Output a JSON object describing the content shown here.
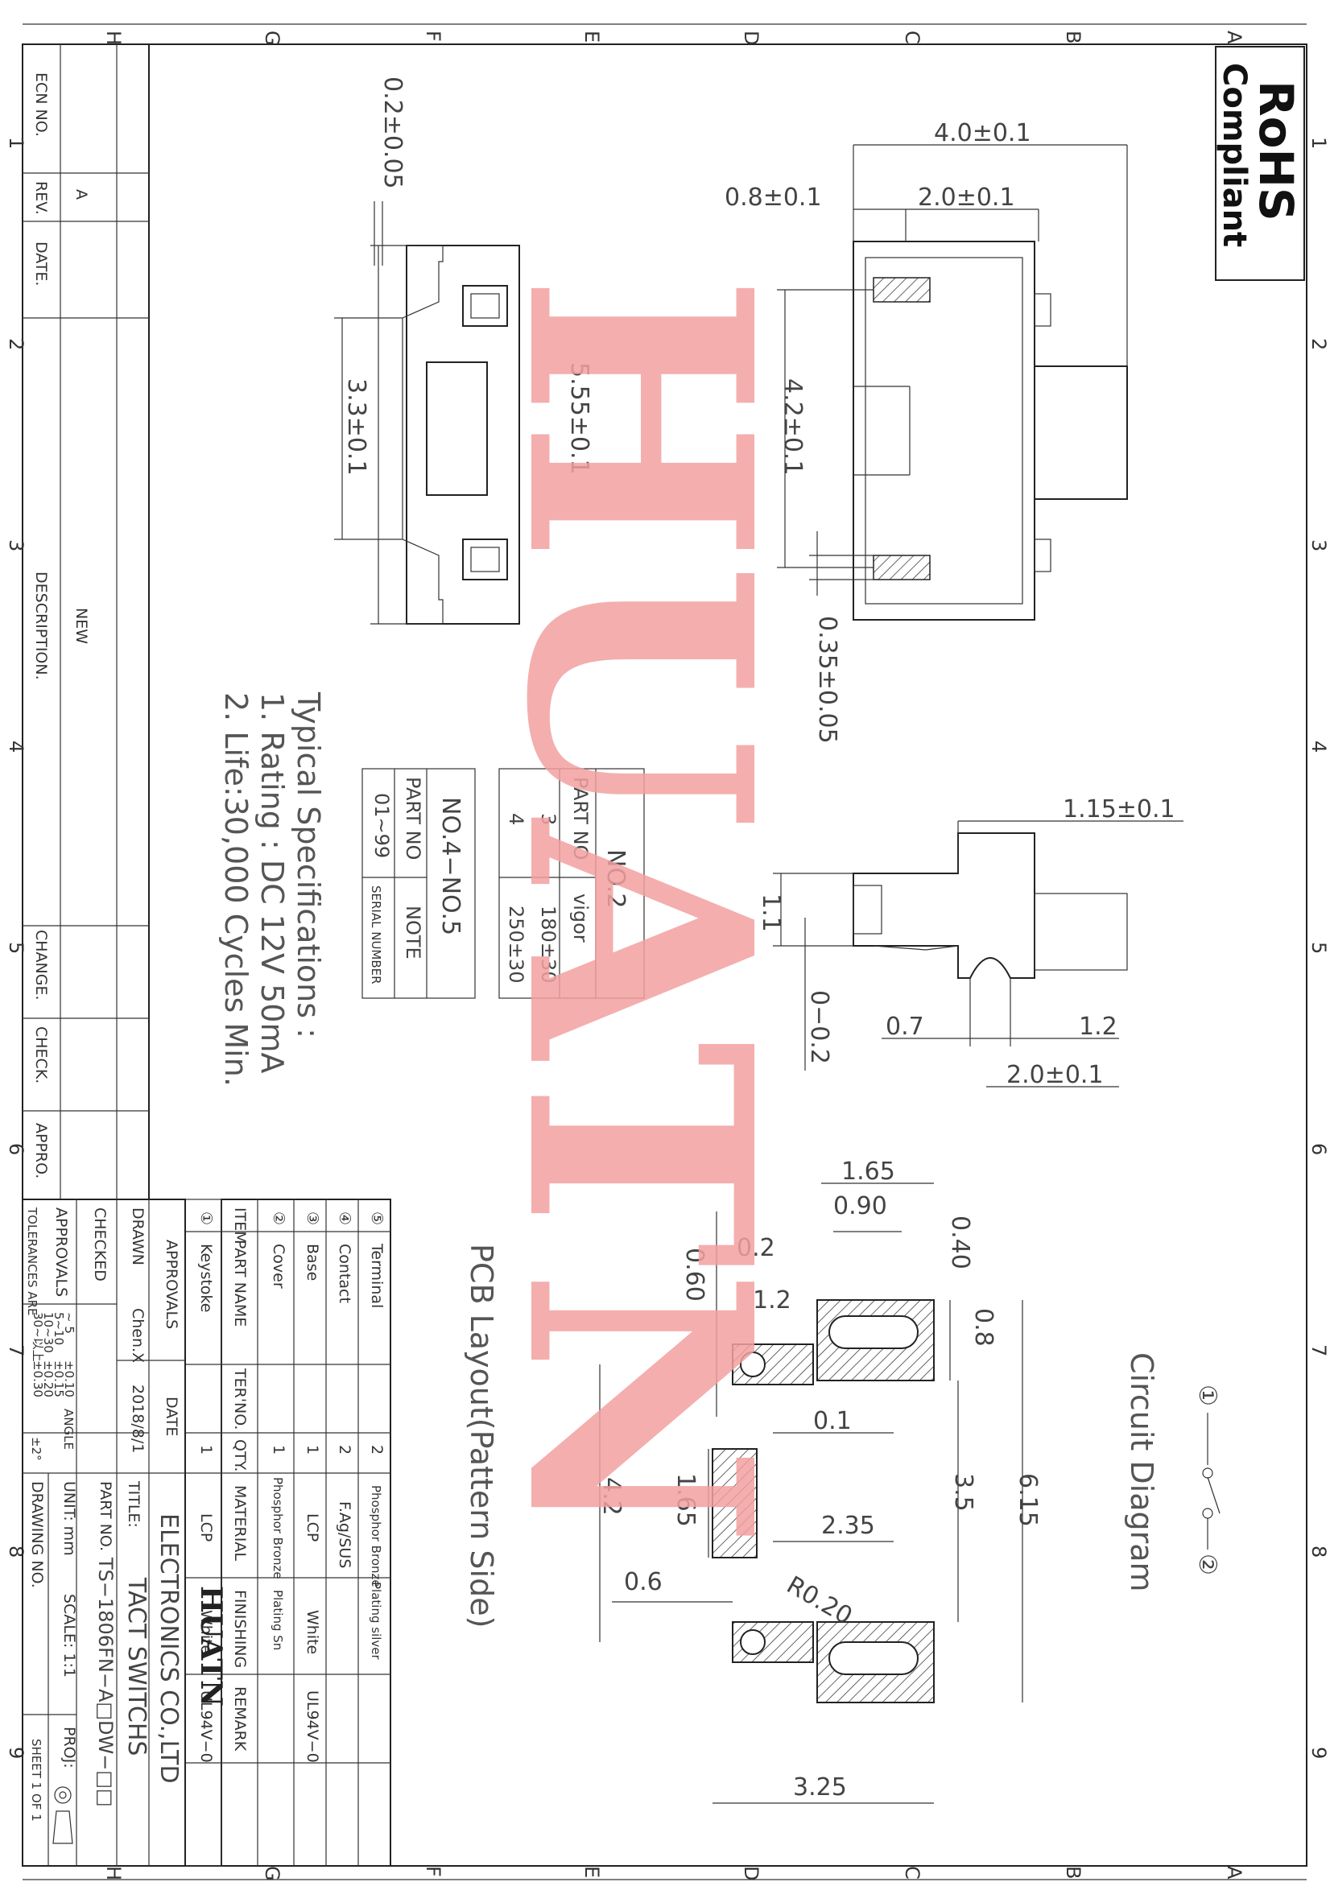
{
  "badge": {
    "line1": "RoHS",
    "line2": "Compliant"
  },
  "watermark": "HUATN",
  "zones": {
    "top": [
      "A",
      "B",
      "C",
      "D",
      "E",
      "F",
      "G",
      "H"
    ],
    "side": [
      "1",
      "2",
      "3",
      "4",
      "5",
      "6",
      "7",
      "8",
      "9"
    ]
  },
  "dims": {
    "top_w": "4.0±0.1",
    "top_a": "0.8±0.1",
    "top_b": "2.0±0.1",
    "pitch": "4.2±0.1",
    "lead": "0.35±0.05",
    "f_thk": "0.2±0.05",
    "f_w": "3.3±0.1",
    "f_len": "5.55±0.1",
    "side_h": "1.15±0.1",
    "side_a": "1.1",
    "side_b": "0−0.2",
    "side_c": "0.7",
    "side_d": "1.2",
    "side_e": "2.0±0.1",
    "pcb_165": "1.65",
    "pcb_090": "0.90",
    "pcb_040": "0.40",
    "pcb_02": "0.2",
    "pcb_060": "0.60",
    "pcb_12": "1.2",
    "pcb_08": "0.8",
    "pcb_01": "0.1",
    "pcb_35": "3.5",
    "pcb_615": "6.15",
    "pcb_42": "4.2",
    "pcb_165b": "1.65",
    "pcb_235": "2.35",
    "pcb_r020": "R0.20",
    "pcb_06": "0.6",
    "pcb_325": "3.25"
  },
  "labels": {
    "circuit": "Circuit Diagram",
    "pcb": "PCB Layout(Pattern Side)",
    "pin1": "①",
    "pin2": "②",
    "spec_title": "Typical Specifications :",
    "spec_1": "1. Rating : DC 12V 50mA",
    "spec_2": "2. Life:30,000 Cycles Min."
  },
  "no2_table": {
    "title": "NO.2",
    "headers": [
      "PART NO",
      "vigor"
    ],
    "rows": [
      [
        "3",
        "180±30"
      ],
      [
        "4",
        "250±30"
      ]
    ]
  },
  "no45_table": {
    "title": "NO.4−NO.5",
    "headers": [
      "PART NO",
      "NOTE"
    ],
    "rows": [
      [
        "01~99",
        "SERIAL NUMBER"
      ]
    ]
  },
  "rev_block": {
    "ecn": "ECN NO.",
    "rev": "REV.",
    "rev_val": "A",
    "date": "DATE.",
    "desc": "DESCRIPTION.",
    "desc_val": "NEW",
    "change": "CHANGE.",
    "check": "CHECK.",
    "appro": "APPRO."
  },
  "bom": {
    "headers": [
      "ITEM",
      "PART NAME",
      "TER'NO.",
      "QTY.",
      "MATERIAL",
      "FINISHING",
      "REMARK"
    ],
    "rows": [
      [
        "⑤",
        "Terminal",
        "",
        "2",
        "Phosphor Bronze",
        "Plating silver",
        ""
      ],
      [
        "④",
        "Contact",
        "",
        "2",
        "F.Ag/SUS",
        "",
        ""
      ],
      [
        "③",
        "Base",
        "",
        "1",
        "LCP",
        "White",
        "UL94V−0"
      ],
      [
        "②",
        "Cover",
        "",
        "1",
        "Phosphor Bronze",
        "Plating Sn",
        ""
      ],
      [
        "①",
        "Keystoke",
        "",
        "1",
        "LCP",
        "White",
        "UL94V−0"
      ]
    ]
  },
  "title_block": {
    "approvals_h": "APPROVALS",
    "date_h": "DATE",
    "drawn": "DRAWN",
    "drawn_by": "Chen.X",
    "drawn_date": "2018/8/1",
    "checked": "CHECKED",
    "approvals": "APPROVALS",
    "tolerances": "TOLERANCES ARE",
    "tol_r1": "30~以上",
    "tol_r1v": "±0.30",
    "tol_r2": "10~30",
    "tol_r2v": "±0.20",
    "tol_r3": "5~10",
    "tol_r3v": "±0.15",
    "tol_r4": "~ 5",
    "tol_r4v": "±0.10",
    "angle": "ANGLE",
    "angle_v": "±2°",
    "company": "HUATN",
    "company_full": "ELECTRONICS CO.,LTD",
    "title_lbl": "TITLE:",
    "title_val": "TACT SWITCHS",
    "part_lbl": "PART NO.",
    "part_val": "TS−1806FN−A□DW−□□",
    "unit": "UNIT: mm",
    "scale": "SCALE: 1:1",
    "proj": "PROJ:",
    "drawing_no": "DRAWING NO.",
    "sheet": "SHEET  1 OF 1"
  }
}
